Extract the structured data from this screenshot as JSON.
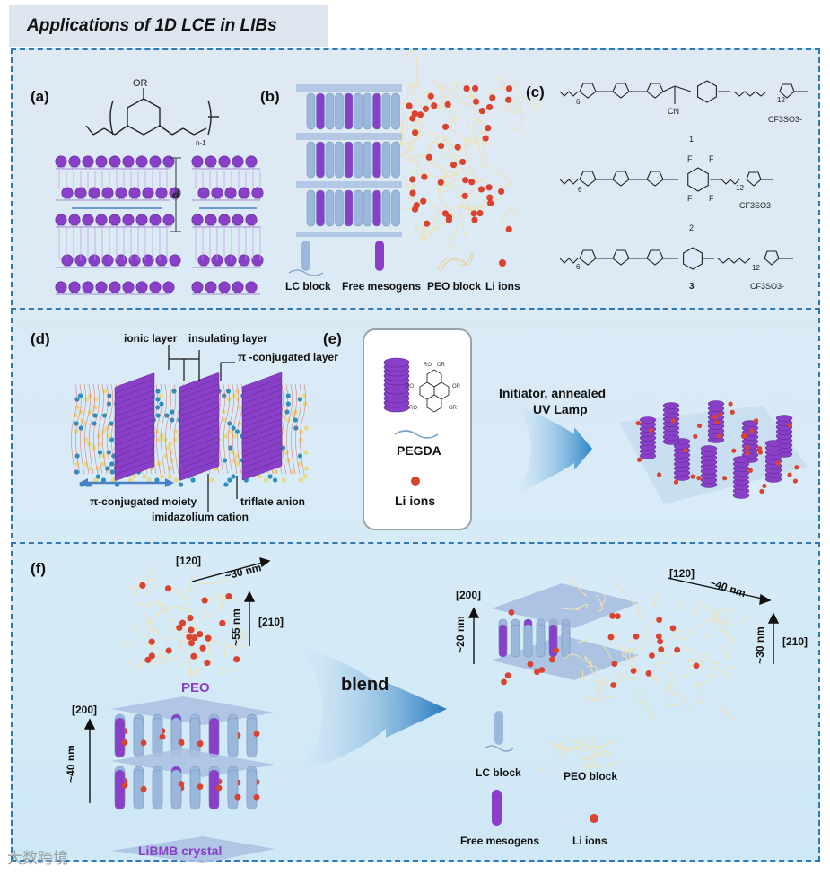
{
  "title": "Applications of 1D LCE in LIBs",
  "panel_a": {
    "label": "(a)",
    "substituent": "OR",
    "subscript": "n-1",
    "d_label": "d"
  },
  "panel_b": {
    "label": "(b)",
    "legend": [
      "LC block",
      "Free mesogens",
      "PEO block",
      "Li ions"
    ]
  },
  "panel_c": {
    "label": "(c)",
    "compounds": [
      "1",
      "2",
      "3"
    ],
    "counterion": "CF3SO3-",
    "chain_6": "6",
    "chain_12": "12",
    "cn": "CN",
    "fluoro": "F"
  },
  "panel_d": {
    "label": "(d)",
    "ionic_layer": "ionic layer",
    "insulating_layer": "insulating layer",
    "pi_layer": "π -conjugated layer",
    "pi_moiety": "π-conjugated moiety",
    "triflate": "triflate anion",
    "imidazolium": "imidazolium cation"
  },
  "panel_e": {
    "label": "(e)",
    "pegda": "PEGDA",
    "li_ions": "Li ions",
    "initiator_line1": "Initiator, annealed",
    "initiator_line2": "UV Lamp",
    "ro": "RO",
    "or": "OR"
  },
  "panel_f": {
    "label": "(f)",
    "peo_dir1": "[120]",
    "peo_len1": "~30 nm",
    "peo_dir2": "[210]",
    "peo_len2": "~55 nm",
    "peo_name": "PEO",
    "crystal_dir": "[200]",
    "crystal_len": "~40 nm",
    "crystal_name": "LiBMB crystal",
    "blend": "blend",
    "blend_dir_200": "[200]",
    "blend_len_20": "~20 nm",
    "blend_dir_120": "[120]",
    "blend_len_40": "~40 nm",
    "blend_dir_210": "[210]",
    "blend_len_30": "~30 nm",
    "legend": [
      "LC block",
      "PEO block",
      "Free mesogens",
      "Li ions"
    ]
  },
  "watermark": "大数跨境",
  "colors": {
    "border": "#2f79b5",
    "purple": "#8a3fc9",
    "lc_blue": "#9bb8dc",
    "li_red": "#d9432f",
    "peo_cream": "#efe1b4",
    "arrow_blue": "#2c86c9"
  }
}
